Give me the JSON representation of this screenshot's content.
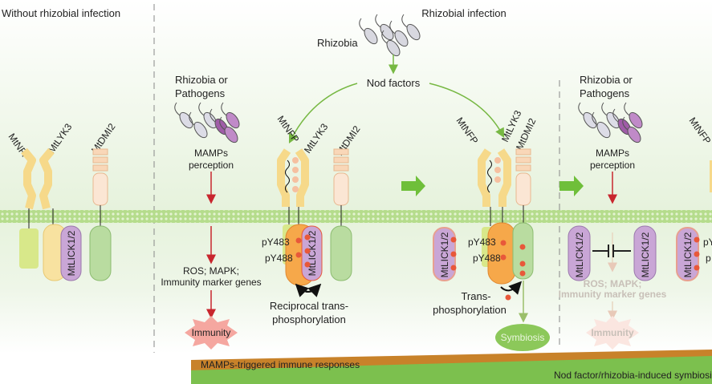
{
  "panels": {
    "without": {
      "title": "Without rhizobial infection"
    },
    "with": {
      "title": "Rhizobial infection"
    }
  },
  "labels": {
    "rhizobia": "Rhizobia",
    "nod_factors": "Nod factors",
    "rhizobia_or": "Rhizobia or",
    "pathogens": "Pathogens",
    "mamps": "MAMPs",
    "perception": "perception",
    "ros_mapk": "ROS; MAPK;",
    "immunity_genes": "Immunity marker genes",
    "immunity": "Immunity",
    "reciprocal1": "Reciprocal trans-",
    "reciprocal2": "phosphorylation",
    "trans1": "Trans-",
    "trans2": "phosphorylation",
    "symbiosis": "Symbiosis",
    "py483": "pY483",
    "py488": "pY488",
    "py_partial": "pY",
    "p_partial": "p"
  },
  "proteins": {
    "nfp": "MtNFP",
    "lyk3": "MtLYK3",
    "dmi2": "MtDMI2",
    "lick": "MtLICK1/2"
  },
  "bars": {
    "immune": "MAMPs-triggered immune responses",
    "symbiosis": "Nod factor/rhizobia-induced symbiosis"
  },
  "colors": {
    "membrane": "#b5dc8c",
    "receptor_yellow": "#f6d98a",
    "dmi2": "#f9d7b8",
    "lick": "#c9a6d6",
    "orange": "#f6a84a",
    "green_kinase": "#a9d48a",
    "phospho": "#e8583a",
    "immune_bar": "#c8822a",
    "symbiosis_bar": "#7cc04e",
    "arrow_green": "#77b843",
    "arrow_red": "#c8262e"
  }
}
